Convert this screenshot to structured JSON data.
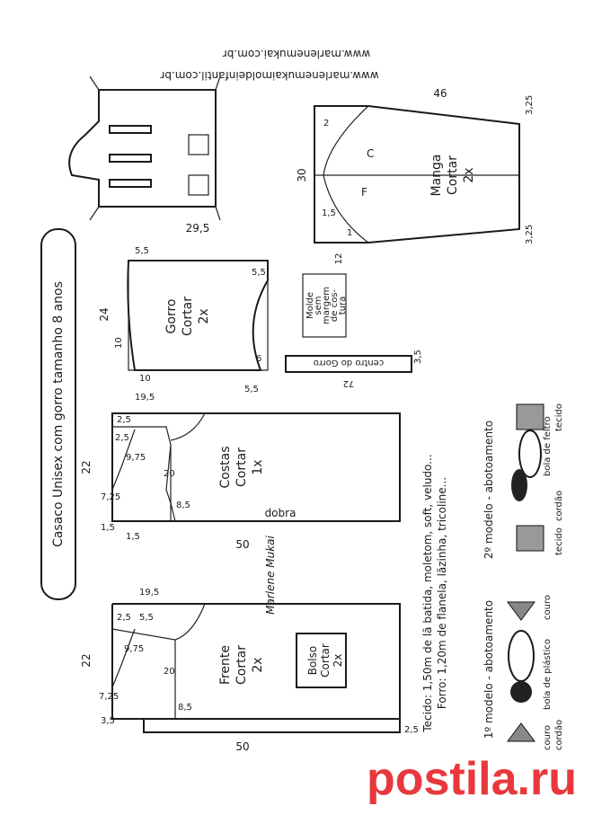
{
  "title": "Casaco Unisex com gorro tamanho 8 anos",
  "urls": [
    "www.marlenemukaimoldeinfantil.com.br",
    "www.marlenemukai.com.br"
  ],
  "note": [
    "Molde",
    "sem",
    "margem",
    "de cos-",
    "tura"
  ],
  "pieces": {
    "gorro": {
      "name": "Gorro",
      "cut": "Cortar",
      "qty": "2x",
      "dims": {
        "width": "24",
        "length": "29,5",
        "a": "5,5",
        "b": "5,5",
        "c": "10",
        "d": "10",
        "e": "6",
        "f": "5,5"
      }
    },
    "centro_gorro": {
      "name": "centro do Gorro",
      "dims": {
        "length": "72",
        "width": "3,5"
      }
    },
    "costas": {
      "name": "Costas",
      "cut": "Cortar",
      "qty": "1x",
      "fold": "dobra",
      "dims": {
        "width": "22",
        "length": "50",
        "a": "19,5",
        "b": "2,5",
        "c": "9,75",
        "d": "7,25",
        "e": "1,5",
        "f": "8,5",
        "g": "20",
        "h": "2,5",
        "i": "1,5"
      }
    },
    "frente": {
      "name": "Frente",
      "cut": "Cortar",
      "qty": "2x",
      "dims": {
        "width": "22",
        "length": "50",
        "a": "19,5",
        "b": "2,5",
        "c": "5,5",
        "d": "9,75",
        "e": "7,25",
        "f": "8,5",
        "g": "20",
        "h": "3,5",
        "i": "2,5"
      }
    },
    "bolso": {
      "name": "Bolso",
      "cut": "Cortar",
      "qty": "2x"
    },
    "manga": {
      "name": "Manga",
      "cut": "Cortar",
      "qty": "2x",
      "labels": [
        "C",
        "F"
      ],
      "dims": {
        "width": "46",
        "cap": "30",
        "length": "12",
        "a": "3,25",
        "b": "3,25",
        "c": "2",
        "d": "1,5",
        "e": "1"
      }
    }
  },
  "materials": [
    "Tecido: 1,50m de lã batida, moletom, soft, veludo...",
    "Forro: 1,20m de flanela, lãzinha, tricoline..."
  ],
  "button_models": {
    "model1": {
      "title": "1º modelo - abotoamento",
      "labels": [
        "couro",
        "cordão",
        "bola de plástico",
        "couro"
      ]
    },
    "model2": {
      "title": "2º modelo - abotoamento",
      "labels": [
        "tecido",
        "cordão",
        "bola de feltro",
        "tecido"
      ]
    }
  },
  "signature": "Marlene Mukai",
  "watermark": "postila.ru"
}
